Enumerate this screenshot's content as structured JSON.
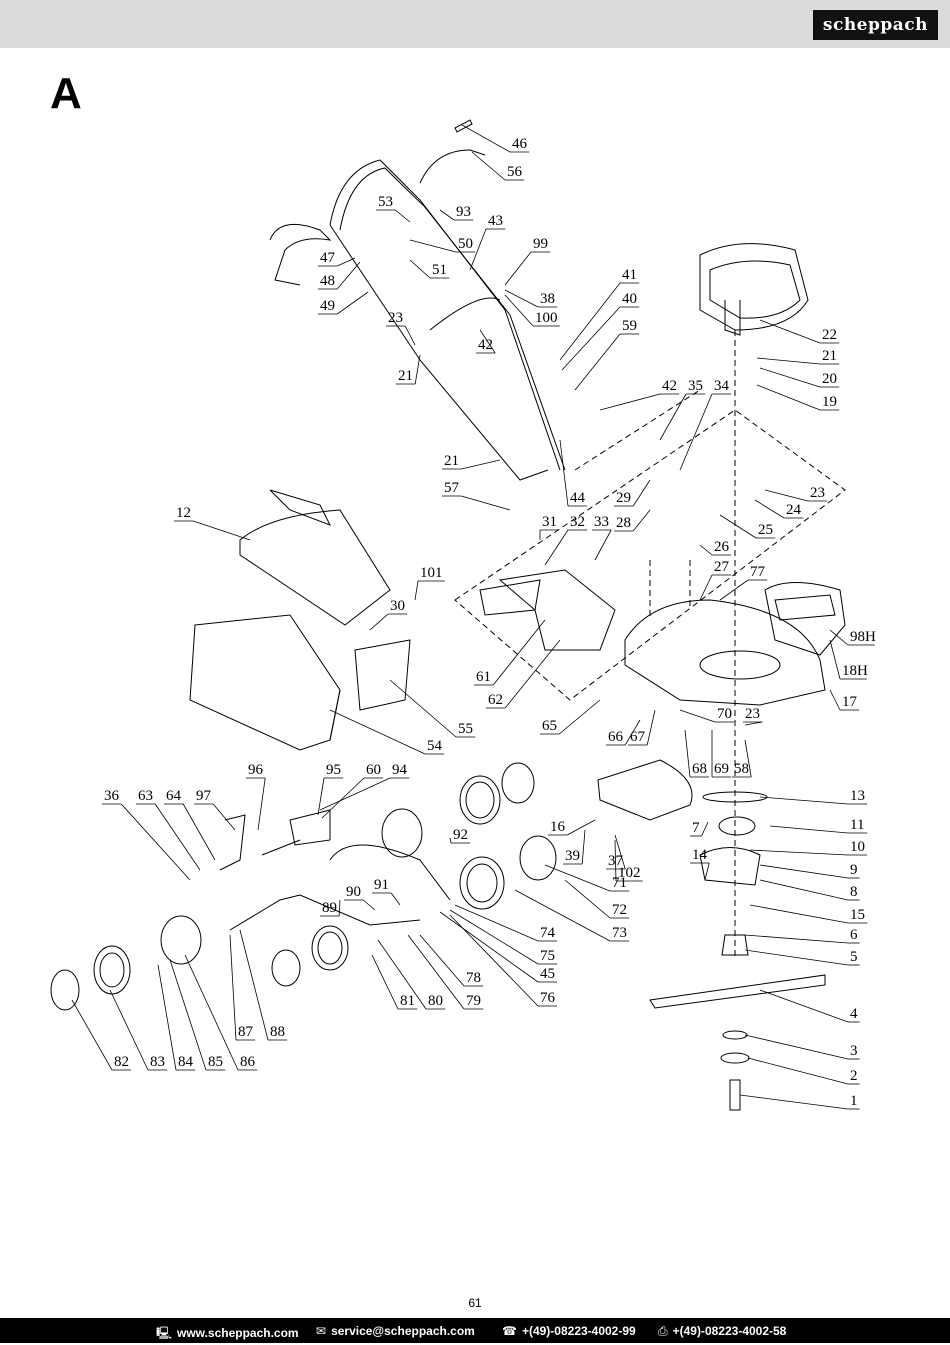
{
  "header": {
    "brand": "scheppach"
  },
  "section": "A",
  "page_number": "61",
  "footer": {
    "website": "www.scheppach.com",
    "email": "service@scheppach.com",
    "phone": "+(49)-08223-4002-99",
    "fax": "+(49)-08223-4002-58",
    "website_icon": "computer-icon",
    "email_icon": "envelope-icon",
    "phone_icon": "telephone-icon",
    "fax_icon": "fax-icon"
  },
  "part_labels": [
    "46",
    "56",
    "53",
    "93",
    "43",
    "99",
    "50",
    "47",
    "48",
    "51",
    "49",
    "38",
    "100",
    "41",
    "40",
    "23",
    "59",
    "42",
    "21",
    "22",
    "21",
    "20",
    "19",
    "42",
    "35",
    "34",
    "21",
    "57",
    "44",
    "23",
    "24",
    "12",
    "31",
    "32",
    "33",
    "29",
    "28",
    "25",
    "26",
    "27",
    "77",
    "101",
    "30",
    "61",
    "62",
    "98H",
    "18H",
    "17",
    "65",
    "70",
    "23",
    "54",
    "55",
    "66",
    "67",
    "68",
    "69",
    "58",
    "96",
    "95",
    "60",
    "94",
    "36",
    "63",
    "64",
    "97",
    "13",
    "16",
    "7",
    "11",
    "10",
    "92",
    "39",
    "37",
    "14",
    "9",
    "102",
    "71",
    "8",
    "15",
    "72",
    "6",
    "89",
    "90",
    "91",
    "74",
    "73",
    "75",
    "5",
    "45",
    "78",
    "76",
    "79",
    "80",
    "81",
    "4",
    "87",
    "88",
    "82",
    "83",
    "84",
    "85",
    "86",
    "3",
    "2",
    "1"
  ]
}
